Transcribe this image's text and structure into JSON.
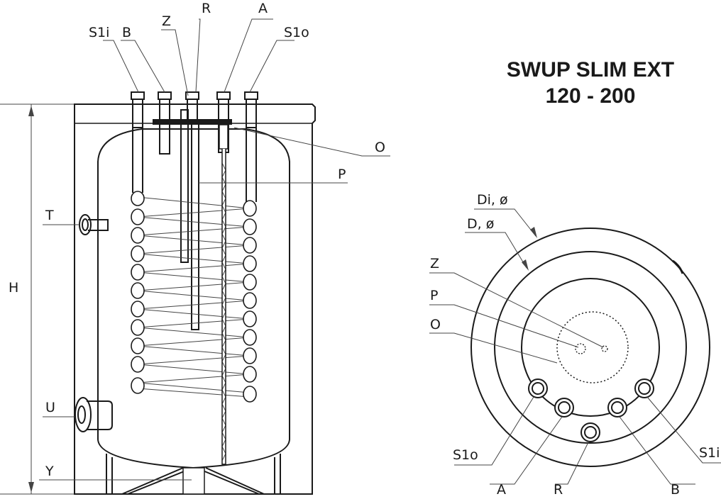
{
  "title": {
    "line1": "SWUP SLIM EXT",
    "line2": "120 - 200"
  },
  "side_view": {
    "top_labels": {
      "s1i": "S1i",
      "b": "B",
      "z": "Z",
      "r": "R",
      "a": "A",
      "s1o": "S1o"
    },
    "right_labels": {
      "o": "O",
      "p": "P"
    },
    "left_labels": {
      "t": "T",
      "h": "H",
      "u": "U",
      "y": "Y"
    }
  },
  "top_view": {
    "labels": {
      "di": "Di, ø",
      "d": "D, ø",
      "z": "Z",
      "p": "P",
      "o": "O",
      "s1o": "S1o",
      "a": "A",
      "r": "R",
      "b": "B",
      "s1i": "S1i"
    }
  }
}
